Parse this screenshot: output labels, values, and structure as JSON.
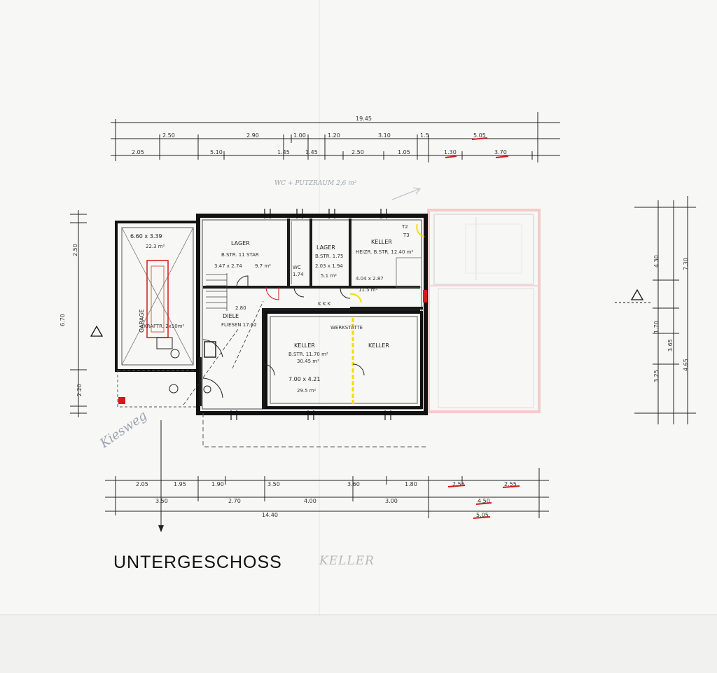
{
  "sheet": {
    "title": "UNTERGESCHOSS",
    "subtitle": "KELLER",
    "handwritten_note": "Kiesweg",
    "top_annotation": "WC + PUTZRAUM 2,6 m²",
    "colors": {
      "ink": "#1a1a1a",
      "red_ink": "#d11a1a",
      "yellow": "#f2e000",
      "blue_ink": "#2a56c8",
      "faint_red": "#f0b0b0"
    }
  },
  "dimensions": {
    "top_total": "19.45",
    "top_row1": [
      "2.50",
      "2.90",
      "1.00",
      "1.20",
      "3.10",
      "1.5",
      "5.05"
    ],
    "top_row2": [
      "2.05",
      "5.10",
      "1.45",
      "1.45",
      "2.50",
      "1.05",
      "1.30",
      "3.70"
    ],
    "bottom_row1": [
      "2.05",
      "1.95",
      "1.90",
      "3.50",
      "3.60",
      "1.80",
      "2.55",
      "2.55"
    ],
    "bottom_row2": [
      "3.50",
      "2.70",
      "4.00",
      "3.00",
      "4.50"
    ],
    "bottom_total": "14.40",
    "bottom_extra": "5.05",
    "left_side": [
      "2.50",
      "6.70",
      "2.20"
    ],
    "right_side": [
      "4.30",
      "7.30",
      "3.65",
      "4.65",
      "3.25",
      "1.70"
    ]
  },
  "rooms": {
    "garage": {
      "size": "6.60 x 3.39",
      "area": "22.3 m²",
      "name": "GARAGE",
      "detail": "KRAFTR. 2x10m²"
    },
    "lager": {
      "name": "LAGER",
      "detail": "B.STR. 11 STAR",
      "size": "3.47 x 2.74",
      "area": "9.7 m²"
    },
    "wc": {
      "label": "WC",
      "detail": "1.74"
    },
    "heizlager": {
      "name": "LAGER",
      "detail": "B.STR. 1.75",
      "size": "2.03 x 1.94",
      "area": "5.1 m²"
    },
    "keller_heiz": {
      "name": "KELLER",
      "detail": "HEIZR. B.STR. 12.40 m²",
      "size": "4.04 x 2.87",
      "area": "11.5 m²"
    },
    "diele": {
      "name": "DIELE",
      "detail": "FLIESEN 17.62",
      "size": "2.80"
    },
    "werkstatte": {
      "name": "WERKSTÄTTE",
      "keller1": "KELLER",
      "keller2": "KELLER",
      "detail": "B.STR. 11.70 m²",
      "sub": "30.45 m²",
      "size": "7.00 x 4.21",
      "area": "29.5 m²"
    },
    "markers": {
      "kk": "K K K",
      "t2": "T2",
      "t3": "T3"
    }
  }
}
